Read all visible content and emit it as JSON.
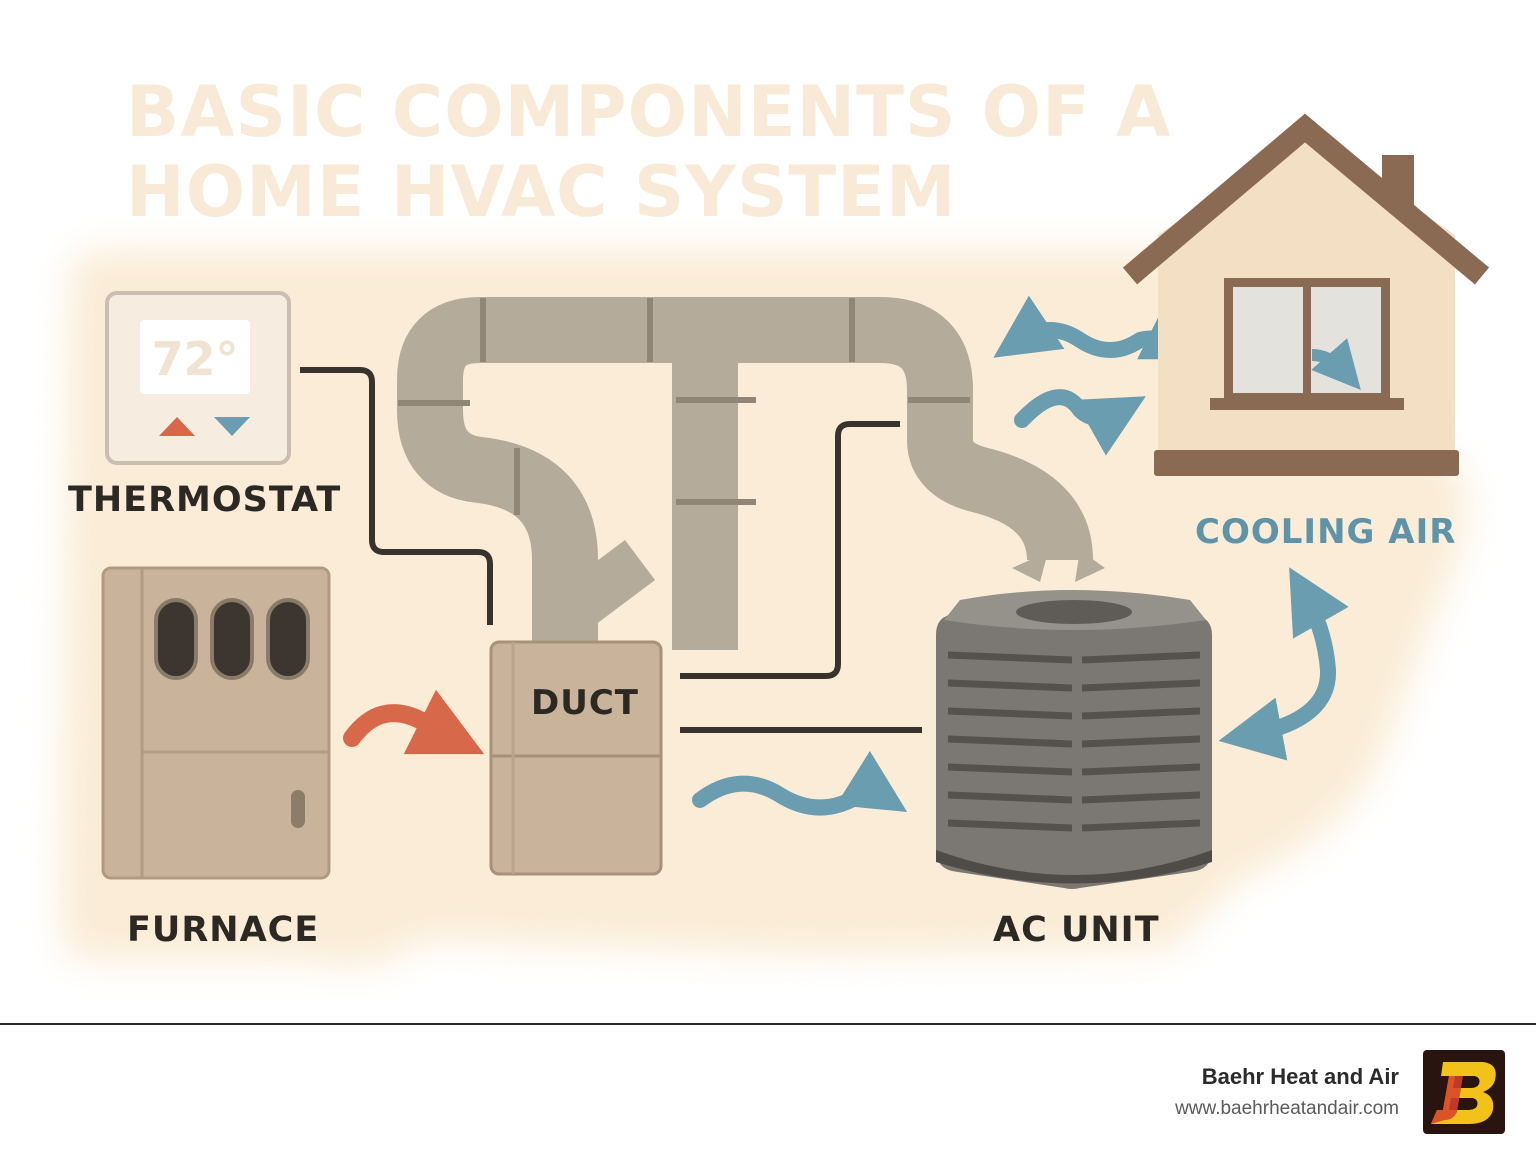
{
  "title": "BASIC COMPONENTS OF A HOME HVAC SYSTEM",
  "components": {
    "thermostat": {
      "label": "THERMOSTAT",
      "temperature": "72°"
    },
    "furnace": {
      "label": "FURNACE"
    },
    "duct": {
      "label": "DUCT"
    },
    "ac_unit": {
      "label": "AC UNIT"
    },
    "cooling_air": {
      "label": "COOLING AIR"
    }
  },
  "icons": [
    "thermostat-icon",
    "furnace-icon",
    "duct-box-icon",
    "ductwork-icon",
    "ac-unit-icon",
    "house-icon",
    "window-icon",
    "airflow-arrow-icon",
    "up-arrow-icon",
    "down-arrow-icon",
    "brand-logo-icon"
  ],
  "colors": {
    "background_glow": "#faecd6",
    "duct": "#b5ab9a",
    "wire": "#3a332d",
    "warm_arrow": "#d8684a",
    "cool_arrow": "#6a9db0",
    "house_wall": "#f3dfc4",
    "house_roof": "#8a6a52",
    "furnace": "#c9b39b",
    "ac_unit": "#7b7772"
  },
  "footer": {
    "brand": "Baehr Heat and Air",
    "url": "www.baehrheatandair.com"
  }
}
